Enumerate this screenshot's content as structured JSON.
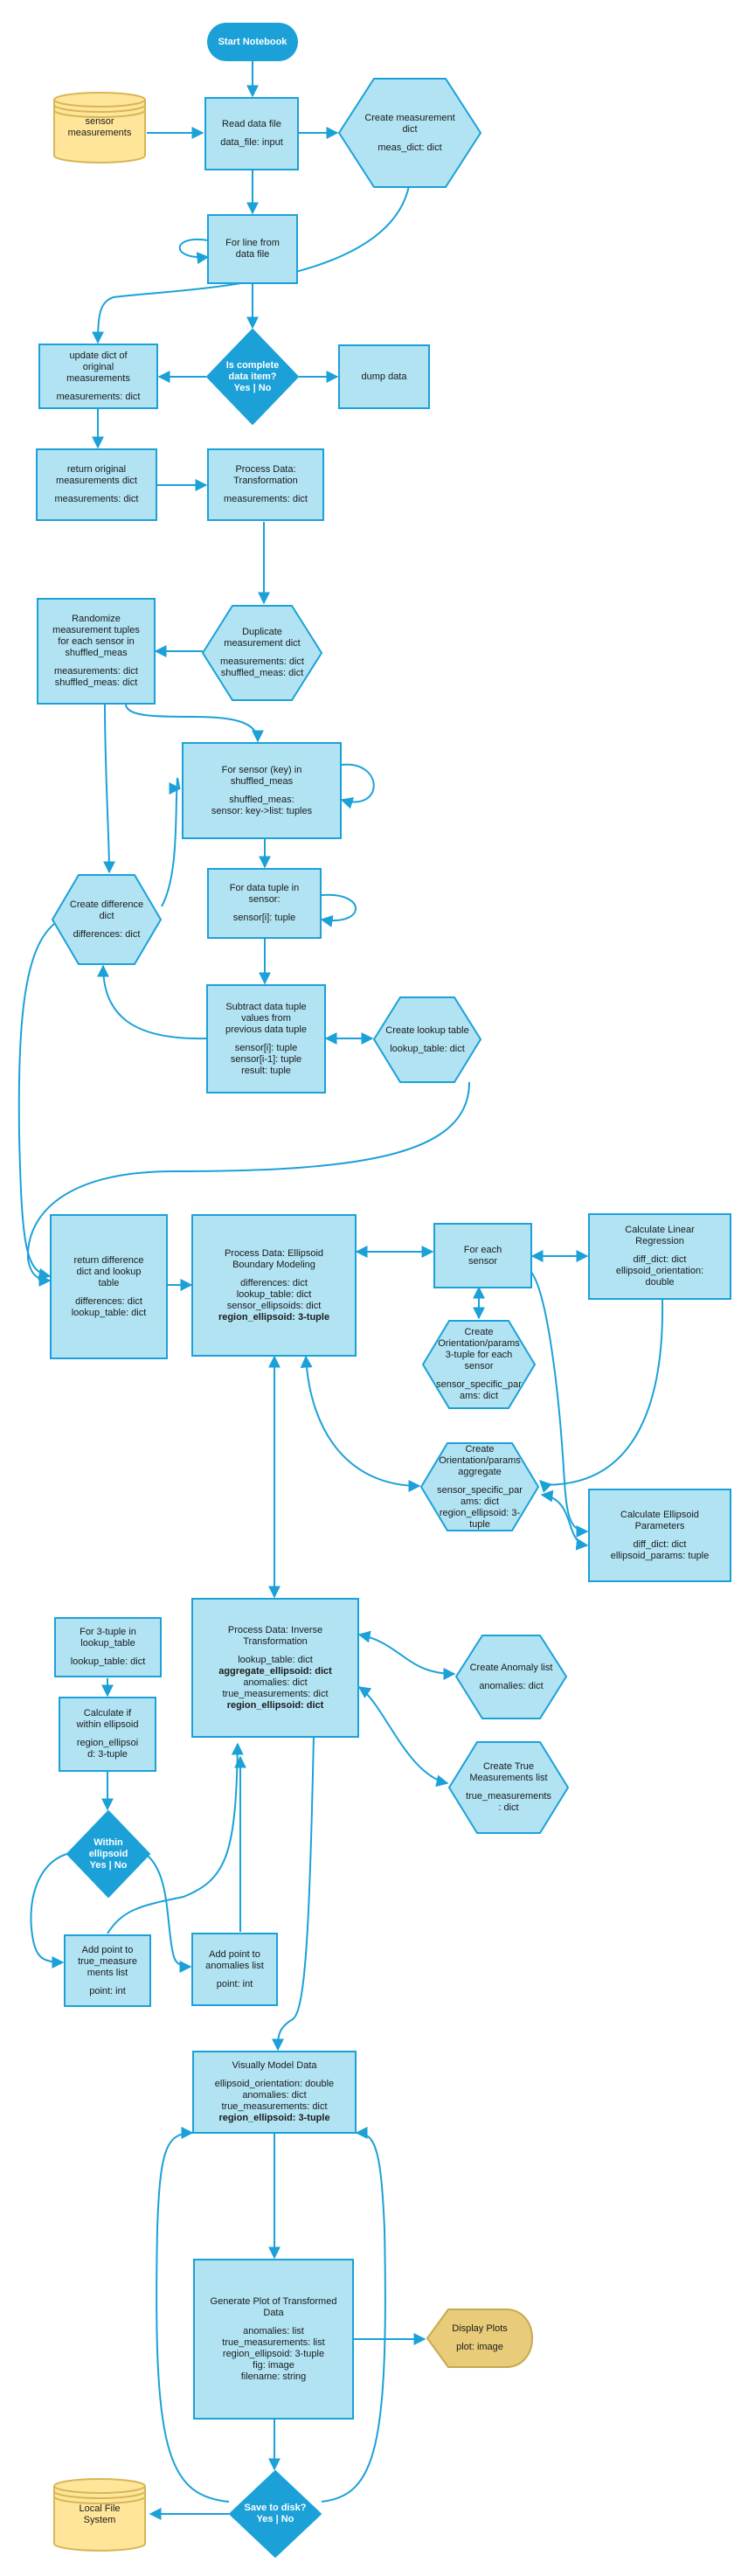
{
  "nodes": {
    "start": {
      "lines": [
        "Start Notebook"
      ]
    },
    "sensor_store": {
      "lines": [
        "sensor",
        "measurements"
      ]
    },
    "read_file": {
      "lines": [
        "Read data file",
        "",
        "data_file: input"
      ]
    },
    "create_meas": {
      "lines": [
        "Create measurement",
        "dict",
        "",
        "meas_dict: dict"
      ]
    },
    "for_line": {
      "lines": [
        "For line from",
        "data file"
      ]
    },
    "is_complete": {
      "lines": [
        "Is complete",
        "data item?",
        "Yes | No"
      ]
    },
    "update_dict": {
      "lines": [
        "update dict of",
        "original",
        "measurements",
        "",
        "measurements: dict"
      ]
    },
    "dump": {
      "lines": [
        "dump data"
      ]
    },
    "return_orig": {
      "lines": [
        "return original",
        "measurements dict",
        "",
        "measurements: dict"
      ]
    },
    "process_transform": {
      "lines": [
        "Process Data:",
        "Transformation",
        "",
        "measurements: dict"
      ]
    },
    "duplicate": {
      "lines": [
        "Duplicate",
        "measurement dict",
        "",
        "measurements: dict",
        "shuffled_meas: dict"
      ]
    },
    "randomize": {
      "lines": [
        "Randomize",
        "measurement tuples",
        "for each sensor in",
        "shuffled_meas",
        "",
        "measurements: dict",
        "shuffled_meas: dict"
      ]
    },
    "for_sensor": {
      "lines": [
        "For sensor (key) in",
        "shuffled_meas",
        "",
        "shuffled_meas:",
        "sensor: key->list: tuples"
      ]
    },
    "create_diff": {
      "lines": [
        "Create difference",
        "dict",
        "",
        "differences: dict"
      ]
    },
    "for_tuple": {
      "lines": [
        "For data tuple in",
        "sensor:",
        "",
        "sensor[i]: tuple"
      ]
    },
    "subtract": {
      "lines": [
        "Subtract  data tuple",
        "values from",
        "previous data tuple",
        "",
        "sensor[i]: tuple",
        "sensor[i-1]: tuple",
        "result: tuple"
      ]
    },
    "create_lookup": {
      "lines": [
        "Create lookup table",
        "",
        "lookup_table: dict"
      ]
    },
    "return_diff": {
      "lines": [
        "return difference",
        "dict and lookup",
        "table",
        "",
        "differences: dict",
        "lookup_table: dict"
      ]
    },
    "ellipsoid": {
      "lines": [
        "Process Data: Ellipsoid",
        "Boundary Modeling",
        "",
        "differences: dict",
        "lookup_table: dict",
        "sensor_ellipsoids: dict",
        "region_ellipsoid: 3-tuple"
      ]
    },
    "for_each_sensor": {
      "lines": [
        "For each",
        "sensor"
      ]
    },
    "linear_reg": {
      "lines": [
        "Calculate Linear",
        "Regression",
        "",
        "diff_dict: dict",
        "ellipsoid_orientation:",
        "double"
      ]
    },
    "create_orient": {
      "lines": [
        "Create",
        "Orientation/params",
        "3-tuple for each",
        "sensor",
        "",
        "sensor_specific_par",
        "ams: dict"
      ]
    },
    "create_orient_agg": {
      "lines": [
        "Create",
        "Orientation/params",
        "aggregate",
        "",
        "sensor_specific_par",
        "ams: dict",
        "region_ellipsoid: 3-",
        "tuple"
      ]
    },
    "calc_ellipsoid": {
      "lines": [
        "Calculate Ellipsoid",
        "Parameters",
        "",
        "diff_dict: dict",
        "ellipsoid_params: tuple"
      ]
    },
    "inverse": {
      "lines": [
        "Process Data: Inverse",
        "Transformation",
        "",
        "lookup_table: dict",
        "aggregate_ellipsoid: dict",
        "anomalies: dict",
        "true_measurements: dict",
        "region_ellipsoid: dict"
      ]
    },
    "for_3tuple": {
      "lines": [
        "For 3-tuple in",
        "lookup_table",
        "",
        "lookup_table: dict"
      ]
    },
    "create_anomaly": {
      "lines": [
        "Create Anomaly list",
        "",
        "anomalies: dict"
      ]
    },
    "calc_within": {
      "lines": [
        "Calculate if",
        "within ellipsoid",
        "",
        "region_ellipsoi",
        "d: 3-tuple"
      ]
    },
    "create_true": {
      "lines": [
        "Create True",
        "Measurements list",
        "",
        "true_measurements",
        ": dict"
      ]
    },
    "within": {
      "lines": [
        "Within",
        "ellipsoid",
        "Yes | No"
      ]
    },
    "add_true": {
      "lines": [
        "Add point to",
        "true_measure",
        "ments list",
        "",
        "point: int"
      ]
    },
    "add_anom": {
      "lines": [
        "Add point to",
        "anomalies list",
        "",
        "point: int"
      ]
    },
    "visual": {
      "lines": [
        "Visually Model Data",
        "",
        "ellipsoid_orientation: double",
        "anomalies: dict",
        "true_measurements: dict",
        "region_ellipsoid: 3-tuple"
      ]
    },
    "gen_plot": {
      "lines": [
        "Generate Plot of Transformed",
        "Data",
        "",
        "anomalies: list",
        "true_measurements: list",
        "region_ellipsoid: 3-tuple",
        "fig: image",
        "filename: string"
      ]
    },
    "display": {
      "lines": [
        "Display Plots",
        "",
        "plot: image"
      ]
    },
    "save_disk": {
      "lines": [
        "Save to disk?",
        "Yes | No"
      ]
    },
    "local_fs": {
      "lines": [
        "Local File",
        "System"
      ]
    }
  },
  "colors": {
    "fill": "#b1e3f3",
    "stroke": "#1ba1d8",
    "terminal": "#1ba1d8",
    "store_fill": "#ffe599",
    "store_stroke": "#d6b656",
    "display_fill": "#e8cc7a",
    "display_stroke": "#c8a94e"
  }
}
